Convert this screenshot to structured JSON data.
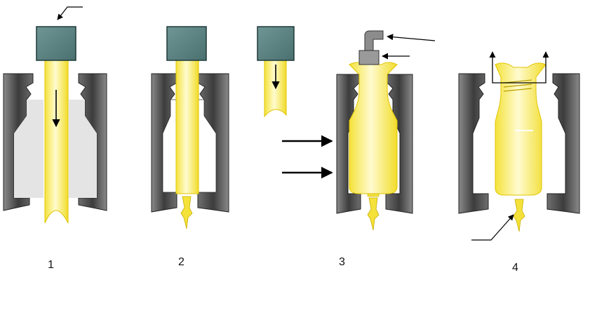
{
  "steps": [
    {
      "label": "1"
    },
    {
      "label": "2"
    },
    {
      "label": "3"
    },
    {
      "label": "4"
    }
  ],
  "colors": {
    "mold_dark": "#3c3c3c",
    "mold_light": "#8a8a8a",
    "mold_inner": "#e4e4e4",
    "head_fill": "#5d8584",
    "parison_yellow": "#f4e23a",
    "parison_highlight": "#fffbd0",
    "parison_edge": "#e0c400",
    "blow_pin": "#8c8c8c",
    "arrow": "#000000"
  },
  "icons": {
    "extrusion_head": "extrusion-head-icon",
    "mold": "mold-icon",
    "parison": "parison-icon",
    "blow_pin": "blow-pin-icon",
    "arrow": "arrow-icon"
  }
}
